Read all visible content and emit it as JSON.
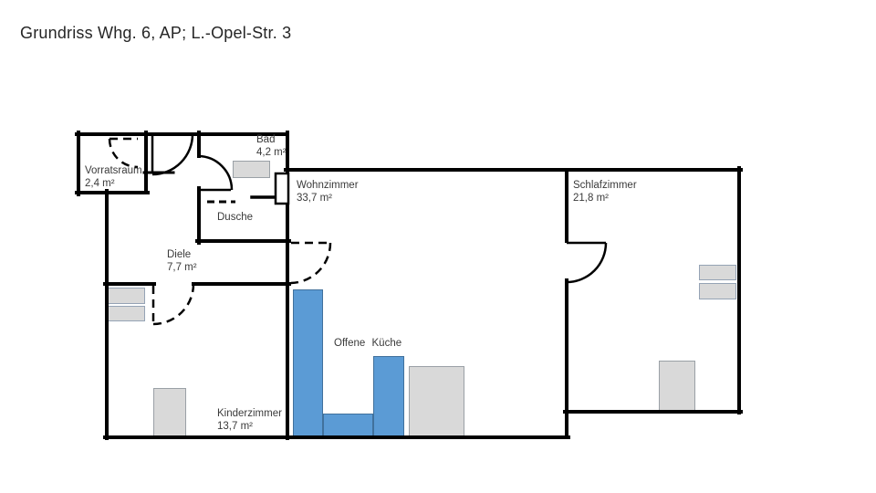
{
  "title": "Grundriss Whg. 6, AP; L.-Opel-Str. 3",
  "rooms": {
    "vorratsraum": {
      "name": "Vorratsraum",
      "area": "2,4 m²"
    },
    "bad": {
      "name": "Bad",
      "area": "4,2 m²"
    },
    "dusche": {
      "name": "Dusche",
      "area": ""
    },
    "diele": {
      "name": "Diele",
      "area": "7,7 m²"
    },
    "wohnzimmer": {
      "name": "Wohnzimmer",
      "area": "33,7 m²"
    },
    "schlafzimmer": {
      "name": "Schlafzimmer",
      "area": "21,8 m²"
    },
    "kinderzimmer": {
      "name": "Kinderzimmer",
      "area": "13,7 m²"
    },
    "offene_kueche": {
      "name": "Offene Küche",
      "area": ""
    }
  },
  "colors": {
    "wall": "#000000",
    "kitchen_blue": "#5b9bd5",
    "kitchen_blue_border": "#41719c",
    "furniture_gray": "#d9d9d9",
    "text": "#3a3a3a"
  }
}
